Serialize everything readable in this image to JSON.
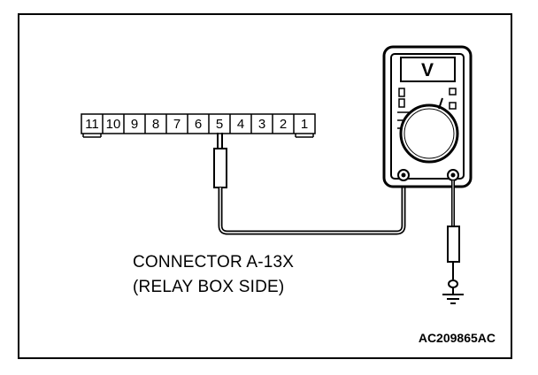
{
  "connector": {
    "pins": [
      "11",
      "10",
      "9",
      "8",
      "7",
      "6",
      "5",
      "4",
      "3",
      "2",
      "1"
    ],
    "caption_line1": "CONNECTOR A-13X",
    "caption_line2": "(RELAY BOX SIDE)"
  },
  "meter": {
    "display": "V"
  },
  "figure_code": "AC209865AC",
  "colors": {
    "line": "#000000",
    "background": "#ffffff"
  }
}
